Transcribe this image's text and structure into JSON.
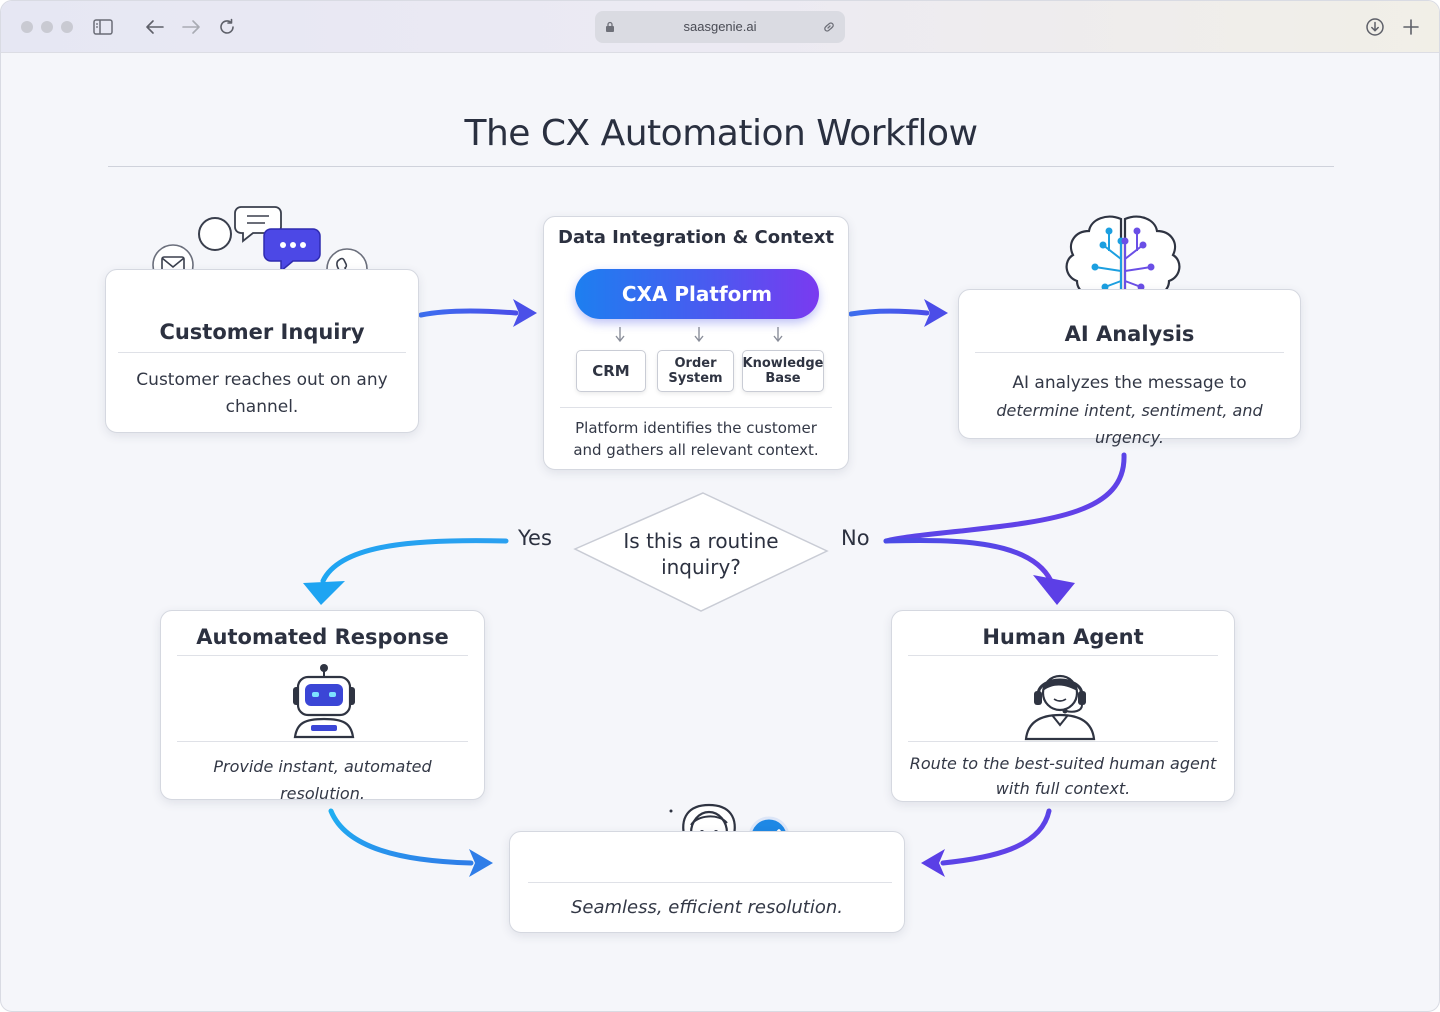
{
  "browser": {
    "url": "saasgenie.ai"
  },
  "diagram": {
    "title": "The CX Automation Workflow",
    "customer_inquiry": {
      "title": "Customer Inquiry",
      "text_line1": "Customer reaches out on any",
      "text_line2": "channel."
    },
    "data_integration": {
      "title": "Data Integration & Context",
      "platform": "CXA Platform",
      "systems": [
        "CRM",
        "Order System",
        "Knowledge Base"
      ],
      "text_line1": "Platform identifies the customer",
      "text_line2": "and gathers all relevant context."
    },
    "ai_analysis": {
      "title": "AI Analysis",
      "text_line1": "AI analyzes the message to",
      "text_line2": "determine intent, sentiment, and urgency."
    },
    "decision": {
      "line1": "Is this a routine",
      "line2": "inquiry?",
      "yes_label": "Yes",
      "no_label": "No"
    },
    "automated_response": {
      "title": "Automated Response",
      "text": "Provide instant, automated resolution."
    },
    "human_agent": {
      "title": "Human Agent",
      "text_line1": "Route to the best-suited human agent",
      "text_line2": "with full context."
    },
    "resolution": {
      "text": "Seamless, efficient resolution."
    }
  },
  "colors": {
    "accent_blue": "#1da1f2",
    "accent_indigo": "#4b4de8",
    "accent_purple": "#6a3de8",
    "check_badge": "#1e88e5"
  }
}
